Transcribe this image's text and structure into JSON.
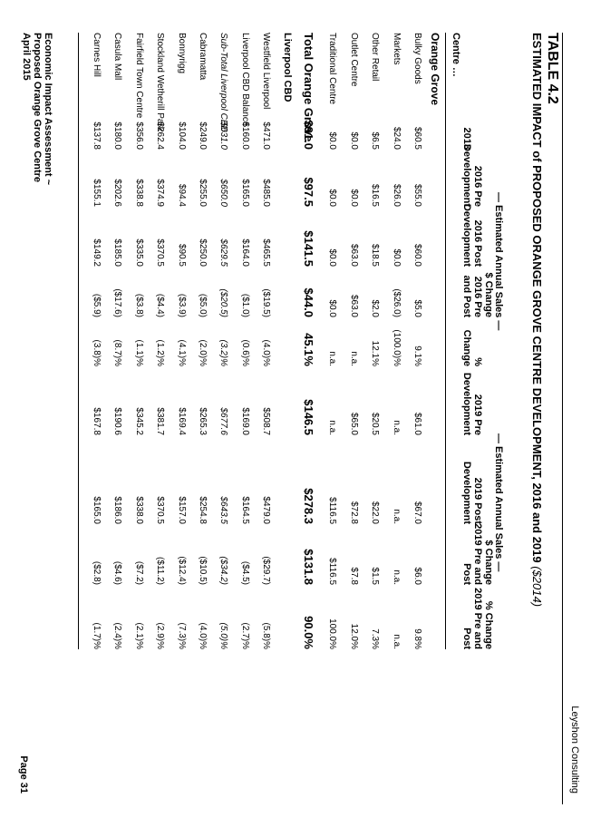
{
  "header": {
    "company": "Leyshon Consulting"
  },
  "table": {
    "number": "TABLE 4.2",
    "title": "ESTIMATED IMPACT of PROPOSED ORANGE GROVE CENTRE DEVELOPMENT, 2016 and 2019",
    "units": "($2014)",
    "group_2016": "— Estimated Annual Sales —",
    "group_2019": "— Estimated Annual Sales —",
    "centre_header": "Centre …",
    "columns": [
      "2013",
      "2016 Pre\nDevelopment",
      "2016 Post\nDevelopment",
      "$ Change\n2016 Pre\nand Post",
      "%\nChange",
      "2019 Pre\nDevelopment",
      "2019 Post\nDevelopment",
      "$ Change\n2019 Pre and\nPost",
      "% Change\n2019 Pre and\nPost"
    ],
    "section_orange": "Orange Grove",
    "rows_orange": [
      {
        "label": "Bulky Goods",
        "values": [
          "$60.5",
          "$55.0",
          "$60.0",
          "$5.0",
          "9.1%",
          "$61.0",
          "$67.0",
          "$6.0",
          "9.8%"
        ]
      },
      {
        "label": "Markets",
        "values": [
          "$24.0",
          "$26.0",
          "$0.0",
          "($26.0)",
          "(100.0)%",
          "n.a.",
          "n.a.",
          "n.a.",
          "n.a."
        ]
      },
      {
        "label": "Other Retail",
        "values": [
          "$6.5",
          "$16.5",
          "$18.5",
          "$2.0",
          "12.1%",
          "$20.5",
          "$22.0",
          "$1.5",
          "7.3%"
        ]
      },
      {
        "label": "Outlet Centre",
        "values": [
          "$0.0",
          "$0.0",
          "$63.0",
          "$63.0",
          "n.a.",
          "$65.0",
          "$72.8",
          "$7.8",
          "12.0%"
        ]
      },
      {
        "label": "Traditional Centre",
        "values": [
          "$0.0",
          "$0.0",
          "$0.0",
          "$0.0",
          "n.a.",
          "n.a.",
          "$116.5",
          "$116.5",
          "100.0%"
        ]
      }
    ],
    "total_orange": {
      "label": "Total Orange Grove",
      "values": [
        "$91.0",
        "$97.5",
        "$141.5",
        "$44.0",
        "45.1%",
        "$146.5",
        "$278.3",
        "$131.8",
        "90.0%"
      ]
    },
    "section_liverpool": "Liverpool CBD",
    "rows_liverpool": [
      {
        "label": "Westfield Liverpool",
        "values": [
          "$471.0",
          "$485.0",
          "$465.5",
          "($19.5)",
          "(4.0)%",
          "$508.7",
          "$479.0",
          "($29.7)",
          "(5.8)%"
        ]
      },
      {
        "label": "Liverpool CBD Balance",
        "values": [
          "$160.0",
          "$165.0",
          "$164.0",
          "($1.0)",
          "(0.6)%",
          "$169.0",
          "$164.5",
          "($4.5)",
          "(2.7)%"
        ]
      },
      {
        "label": "Sub-Total Liverpool CBD",
        "values": [
          "$631.0",
          "$650.0",
          "$629.5",
          "($20.5)",
          "(3.2)%",
          "$677.6",
          "$643.5",
          "($34.2)",
          "(5.0)%"
        ],
        "italic": true
      },
      {
        "label": "Cabramatta",
        "values": [
          "$249.0",
          "$255.0",
          "$250.0",
          "($5.0)",
          "(2.0)%",
          "$265.3",
          "$254.8",
          "($10.5)",
          "(4.0)%"
        ]
      },
      {
        "label": "Bonnyrigg",
        "values": [
          "$104.0",
          "$94.4",
          "$90.5",
          "($3.9)",
          "(4.1)%",
          "$169.4",
          "$157.0",
          "($12.4)",
          "(7.3)%"
        ]
      },
      {
        "label": "Stockland Wetherill Park",
        "values": [
          "$262.4",
          "$374.9",
          "$370.5",
          "($4.4)",
          "(1.2)%",
          "$381.7",
          "$370.5",
          "($11.2)",
          "(2.9)%"
        ]
      },
      {
        "label": "Fairfield Town Centre",
        "values": [
          "$356.0",
          "$338.8",
          "$335.0",
          "($3.8)",
          "(1.1)%",
          "$345.2",
          "$338.0",
          "($7.2)",
          "(2.1)%"
        ]
      },
      {
        "label": "Casula Mall",
        "values": [
          "$180.0",
          "$202.6",
          "$185.0",
          "($17.6)",
          "(8.7)%",
          "$190.6",
          "$186.0",
          "($4.6)",
          "(2.4)%"
        ]
      },
      {
        "label": "Carnes Hill",
        "values": [
          "$137.8",
          "$155.1",
          "$149.2",
          "($5.9)",
          "(3.8)%",
          "$167.8",
          "$165.0",
          "($2.8)",
          "(1.7)%"
        ]
      }
    ]
  },
  "footer": {
    "line1": "Economic Impact Assessment ~",
    "line2": "Proposed Orange Grove Centre",
    "line3": "April 2015",
    "page": "Page 31"
  }
}
